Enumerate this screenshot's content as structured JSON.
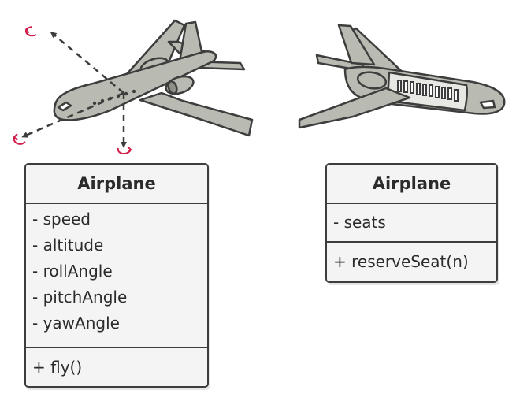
{
  "left_class": {
    "name": "Airplane",
    "attributes": [
      "- speed",
      "- altitude",
      "- rollAngle",
      "- pitchAngle",
      "- yawAngle"
    ],
    "operations": [
      "+ fly()"
    ]
  },
  "right_class": {
    "name": "Airplane",
    "attributes": [
      "- seats"
    ],
    "operations": [
      "+ reserveSeat(n)"
    ]
  },
  "colors": {
    "fuselage": "#b9bab1",
    "outline": "#3d3d3d",
    "rotation_arrow": "#d01f4a",
    "box_fill": "#f4f4f4"
  }
}
